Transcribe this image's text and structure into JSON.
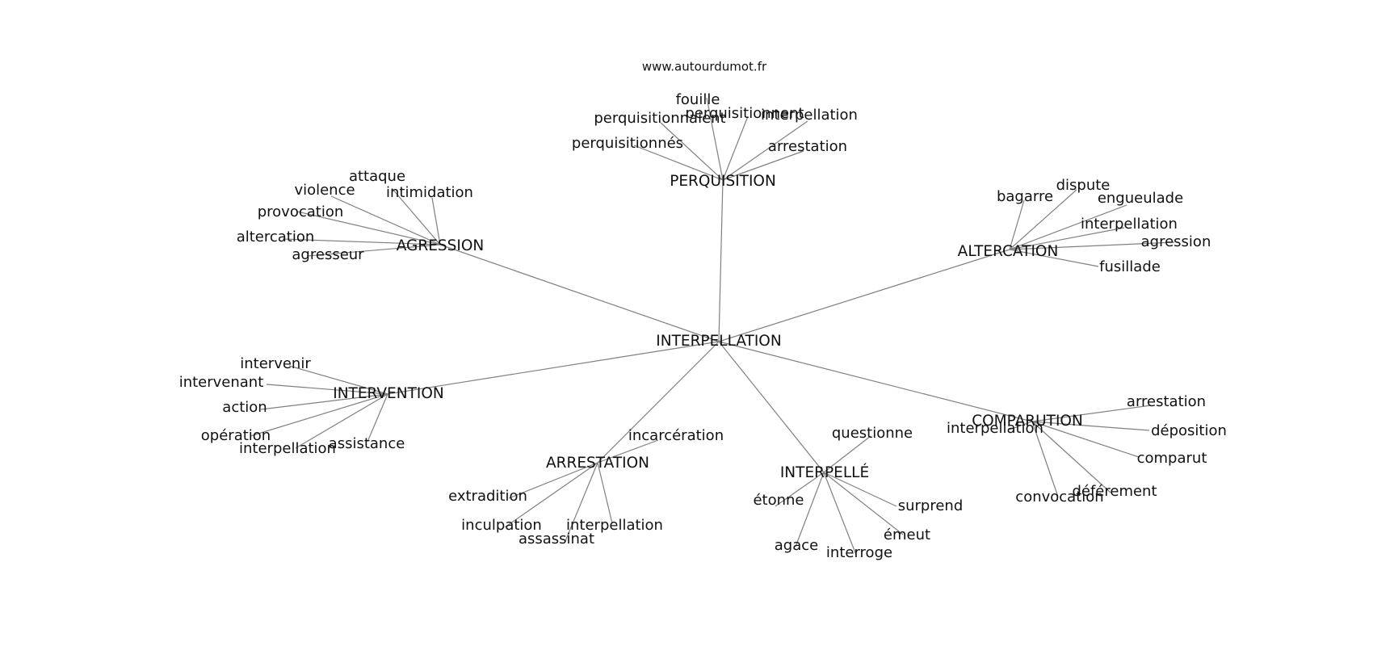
{
  "site": "www.autourdumot.fr",
  "center": "INTERPELLATION",
  "clusters": [
    {
      "hub": "PERQUISITION",
      "leaves": [
        "fouille",
        "perquisitionnaient",
        "perquisitionnent",
        "interpellation",
        "perquisitionnés",
        "arrestation"
      ]
    },
    {
      "hub": "AGRESSION",
      "leaves": [
        "attaque",
        "violence",
        "intimidation",
        "provocation",
        "altercation",
        "agresseur"
      ]
    },
    {
      "hub": "ALTERCATION",
      "leaves": [
        "bagarre",
        "dispute",
        "engueulade",
        "interpellation",
        "agression",
        "fusillade"
      ]
    },
    {
      "hub": "INTERVENTION",
      "leaves": [
        "intervenir",
        "intervenant",
        "action",
        "opération",
        "interpellation",
        "assistance"
      ]
    },
    {
      "hub": "ARRESTATION",
      "leaves": [
        "incarcération",
        "extradition",
        "inculpation",
        "assassinat",
        "interpellation"
      ]
    },
    {
      "hub": "INTERPELLÉ",
      "leaves": [
        "questionne",
        "étonne",
        "surprend",
        "émeut",
        "agace",
        "interroge"
      ]
    },
    {
      "hub": "COMPARUTION",
      "leaves": [
        "arrestation",
        "interpellation",
        "déposition",
        "comparut",
        "déférement",
        "convocation"
      ]
    }
  ]
}
